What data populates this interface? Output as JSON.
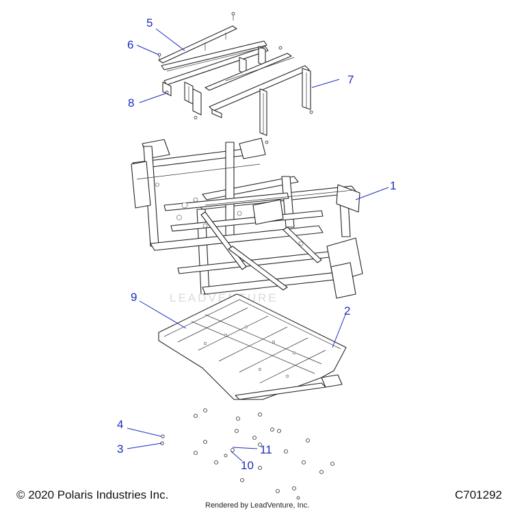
{
  "diagram": {
    "watermark": "LEADVENTURE",
    "callouts": [
      "1",
      "2",
      "3",
      "4",
      "5",
      "6",
      "7",
      "8",
      "9",
      "10",
      "11"
    ]
  },
  "footer": {
    "copyright": "© 2020 Polaris Industries Inc.",
    "rendered_by": "Rendered by LeadVenture, Inc.",
    "diagram_code": "C701292"
  }
}
